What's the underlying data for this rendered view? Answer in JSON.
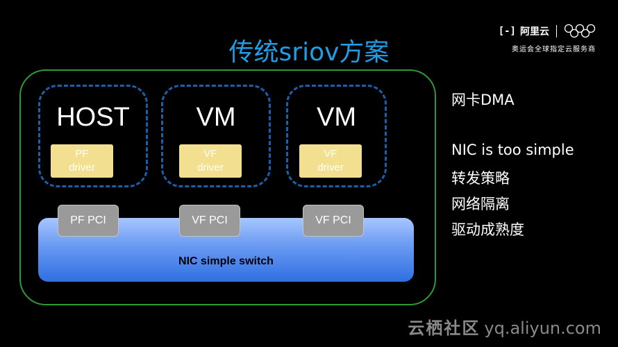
{
  "title": "传统sriov方案",
  "logo": {
    "mark": "[-]",
    "name": "阿里云",
    "rings": "olympic-rings",
    "subtitle": "奥运会全球指定云服务商"
  },
  "diagram": {
    "boxes": [
      {
        "label": "HOST",
        "driver_line1": "PF",
        "driver_line2": "driver",
        "pci": "PF PCI"
      },
      {
        "label": "VM",
        "driver_line1": "VF",
        "driver_line2": "driver",
        "pci": "VF PCI"
      },
      {
        "label": "VM",
        "driver_line1": "VF",
        "driver_line2": "driver",
        "pci": "VF PCI"
      }
    ],
    "nic_label": "NIC simple switch"
  },
  "notes": [
    "网卡DMA",
    "NIC is too simple",
    "转发策略",
    "网络隔离",
    "驱动成熟度"
  ],
  "watermark": {
    "brand": "云栖社区",
    "url": "yq.aliyun.com"
  },
  "colors": {
    "title": "#1e9ee6",
    "outer_border": "#2f9a3a",
    "dashed_border": "#1c5faa",
    "driver_fill": "#f2e090",
    "pci_fill": "#9a9a9a"
  }
}
